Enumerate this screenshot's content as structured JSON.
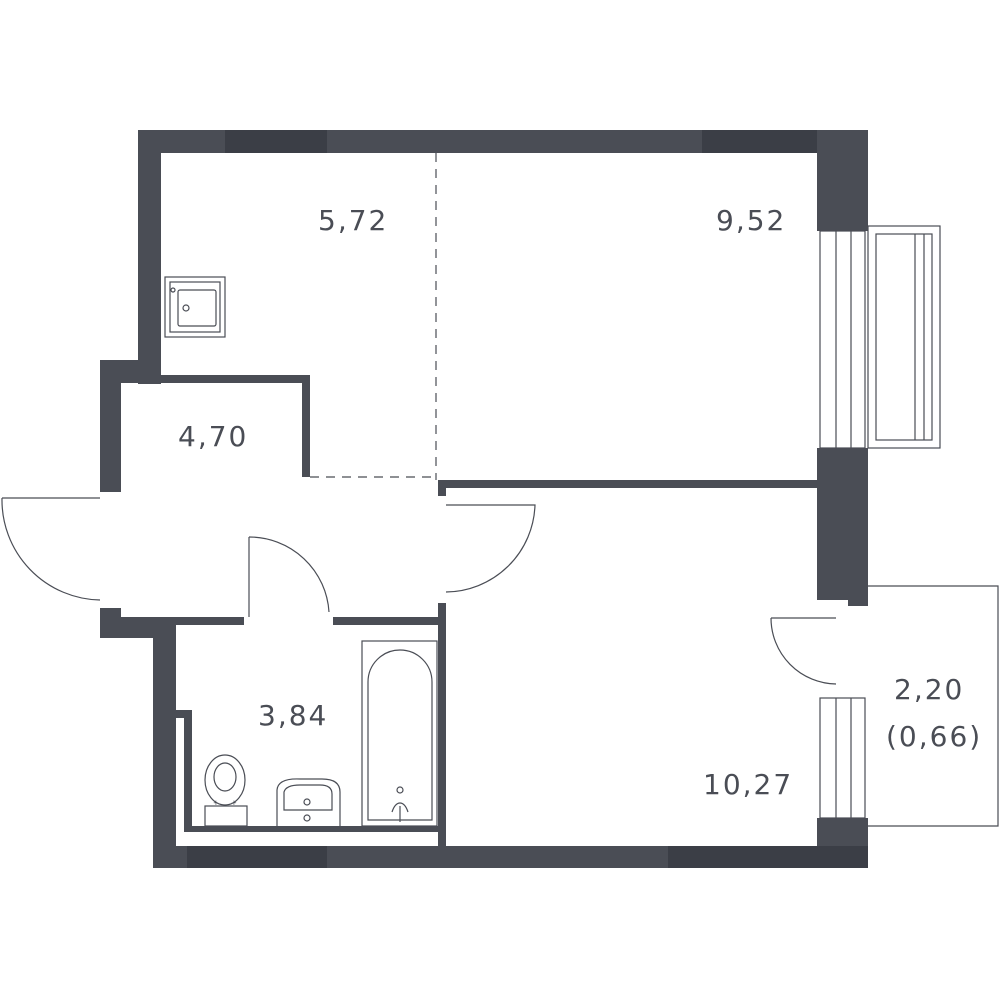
{
  "floor_plan": {
    "colors": {
      "wall": "#4a4d55",
      "background": "#ffffff"
    },
    "rooms": {
      "kitchen_area": "5,72",
      "living_room_area": "9,52",
      "hall_area": "4,70",
      "bathroom_area": "3,84",
      "bedroom_area": "10,27",
      "balcony_area": "2,20",
      "balcony_reduced_area": "(0,66)"
    },
    "icons": [
      "kitchen-sink-icon",
      "toilet-icon",
      "washbasin-icon",
      "bathtub-icon"
    ]
  }
}
